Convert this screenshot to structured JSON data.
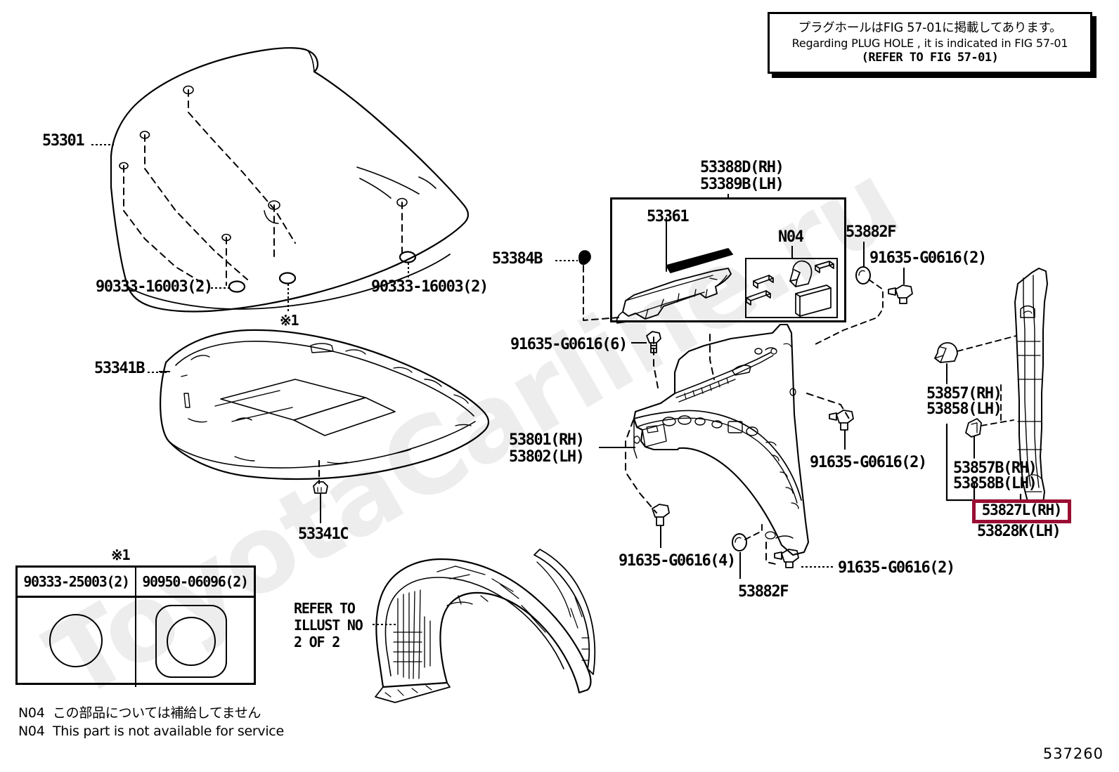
{
  "diagram": {
    "number": "537260",
    "watermark": "ToyotaCarline.ru"
  },
  "note_box": {
    "line_jp": "プラグホールはFIG 57-01に掲載してあります。",
    "line_en": "Regarding PLUG HOLE , it is indicated in FIG 57-01",
    "line_ref": "(REFER TO FIG 57-01)"
  },
  "hood": {
    "part": "53301",
    "grommet_left": "90333-16003(2)",
    "grommet_right": "90333-16003(2)",
    "star_marker": "※1"
  },
  "insulator": {
    "part": "53341B",
    "clip": "53341C"
  },
  "legend": {
    "marker": "※1",
    "columns": [
      {
        "part": "90333-25003(2)",
        "shape": "circle"
      },
      {
        "part": "90950-06096(2)",
        "shape": "rounded-square-with-circle"
      }
    ]
  },
  "footnotes": [
    "N04  この部品については補給してません",
    "N04  This part is not available for service"
  ],
  "liner": {
    "refer_line1": "REFER TO",
    "refer_line2": "ILLUST NO",
    "refer_line3": "2 OF 2"
  },
  "cowl_assembly": {
    "title_rh": "53388D(RH)",
    "title_lh": "53389B(LH)",
    "inner_part": "53361",
    "n04_label": "N04",
    "clip_left": "53384B"
  },
  "fender": {
    "part_rh": "53801(RH)",
    "part_lh": "53802(LH)",
    "bolt_top": "91635-G0616(6)",
    "bolt_right_upper": "91635-G0616(2)",
    "bolt_bottom_left": "91635-G0616(4)",
    "bolt_bottom_right": "91635-G0616(2)",
    "grommet_top": "53882F",
    "grommet_bottom": "53882F",
    "bolt_top_right": "91635-G0616(2)"
  },
  "side_panel": {
    "retainer_rh": "53857(RH)",
    "retainer_lh": "53858(LH)",
    "clip_rh": "53857B(RH)",
    "clip_lh": "53858B(LH)",
    "panel_rh": "53827L(RH)",
    "panel_lh": "53828K(LH)"
  },
  "colors": {
    "highlight": "#9B0E33",
    "line": "#000000",
    "watermark": "#ededed"
  }
}
